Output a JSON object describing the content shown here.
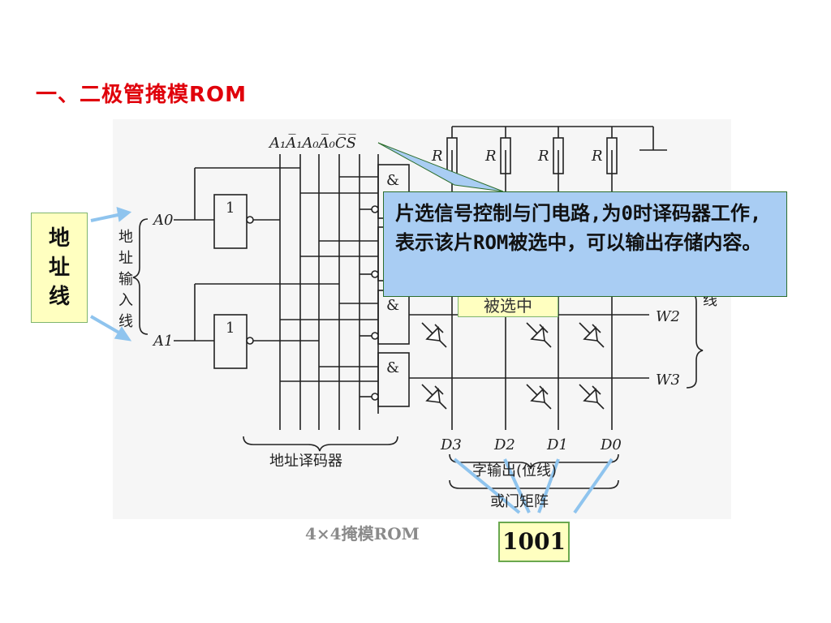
{
  "slide": {
    "title": "一、二极管掩模ROM",
    "side_box": {
      "chars": [
        "地",
        "址",
        "线"
      ]
    },
    "callout": {
      "text": "片选信号控制与门电路,为0时译码器工作,表示该片ROM被选中，可以输出存储内容。"
    },
    "selected_label": "被选中",
    "caption": "4×4掩模ROM",
    "result": "1001"
  },
  "diagram": {
    "address_inputs": [
      "A0",
      "A1"
    ],
    "address_label": "地址输入线",
    "decoder_label": "地址译码器",
    "gate_symbol": "&",
    "inverter_symbol": "1",
    "resistor_label": "R",
    "word_lines": [
      "W2",
      "W3"
    ],
    "word_group_label": "线",
    "data_outputs": [
      "D3",
      "D2",
      "D1",
      "D0"
    ],
    "output_label": "字输出(位线)",
    "matrix_label": "或门矩阵",
    "colors": {
      "title": "#e0000b",
      "callout_bg": "#a9cdf3",
      "highlight_bg": "#ffffc0",
      "arrow": "#8fc4ee"
    }
  }
}
